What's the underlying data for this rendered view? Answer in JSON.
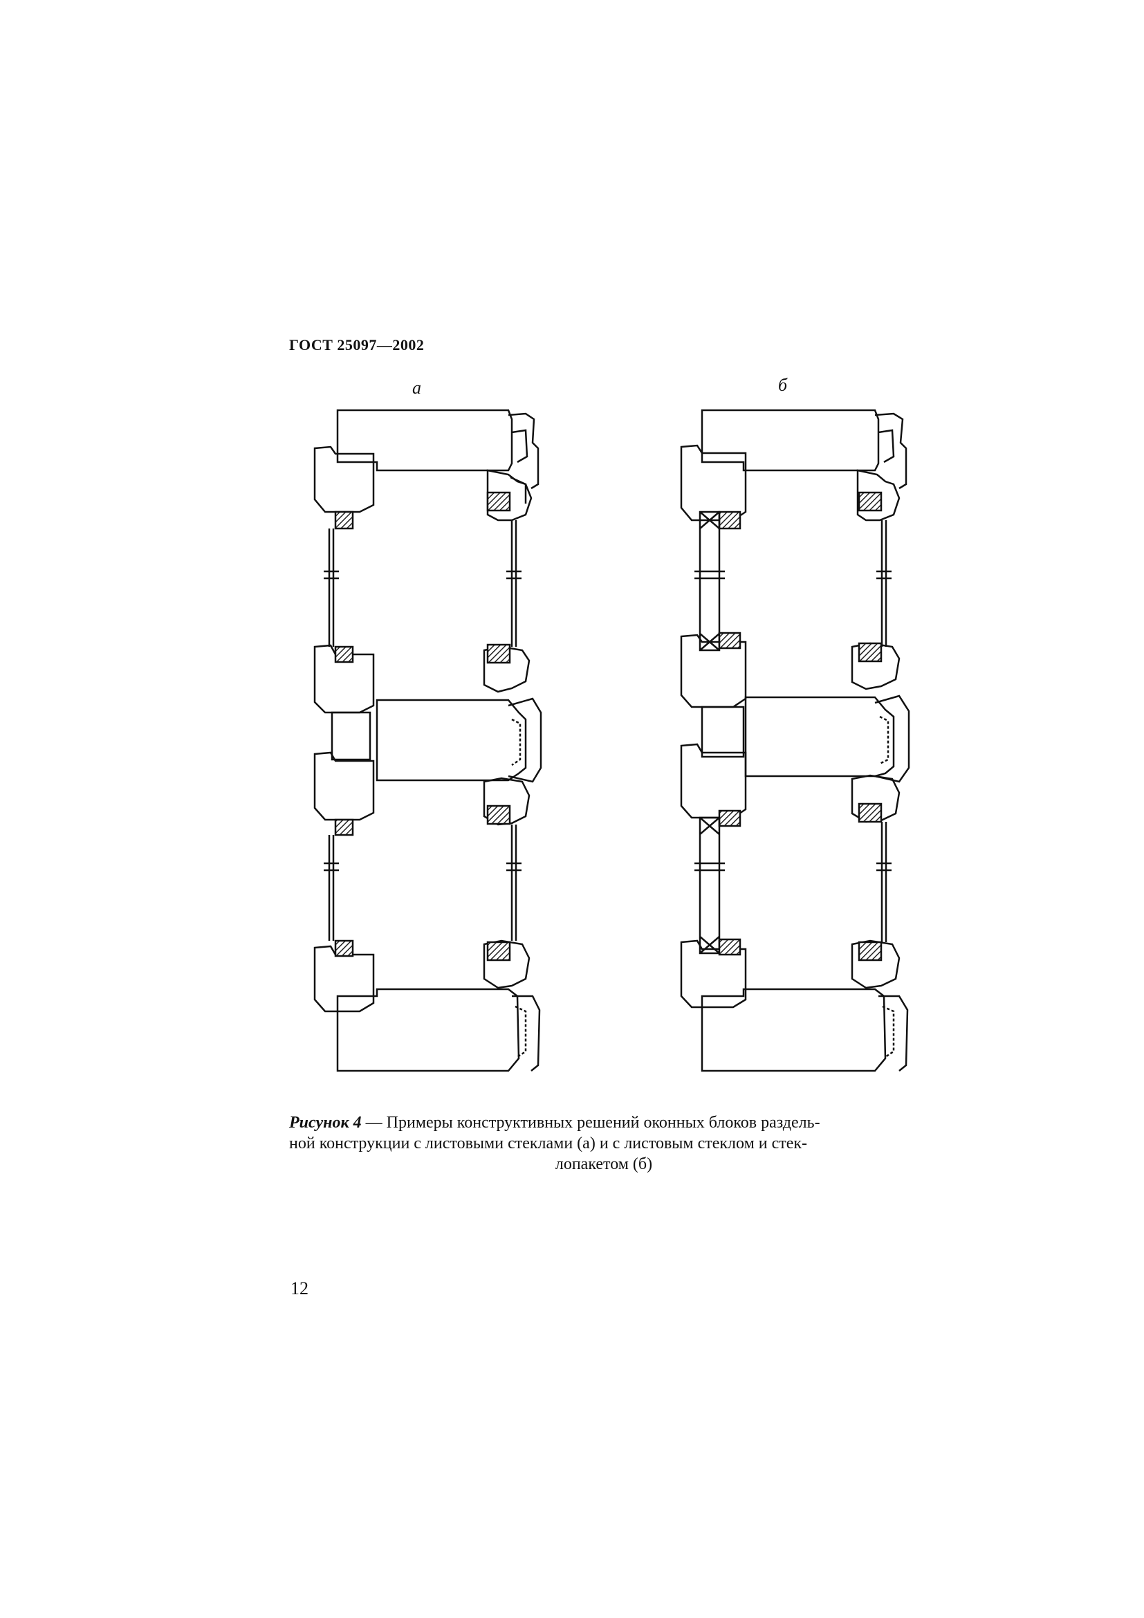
{
  "header": {
    "document_id": "ГОСТ 25097—2002"
  },
  "figure": {
    "label_a": "а",
    "label_b": "б",
    "caption": {
      "lead": "Рисунок 4",
      "line1_rest": " — Примеры конструктивных решений оконных блоков раздель-",
      "line2": "ной конструкции с листовыми стеклами (а) и с листовым стеклом и стек-",
      "line3": "лопакетом (б)"
    }
  },
  "footer": {
    "page_number": "12"
  },
  "colors": {
    "ink": "#111111",
    "hatch": "#222222",
    "paper": "#ffffff"
  }
}
